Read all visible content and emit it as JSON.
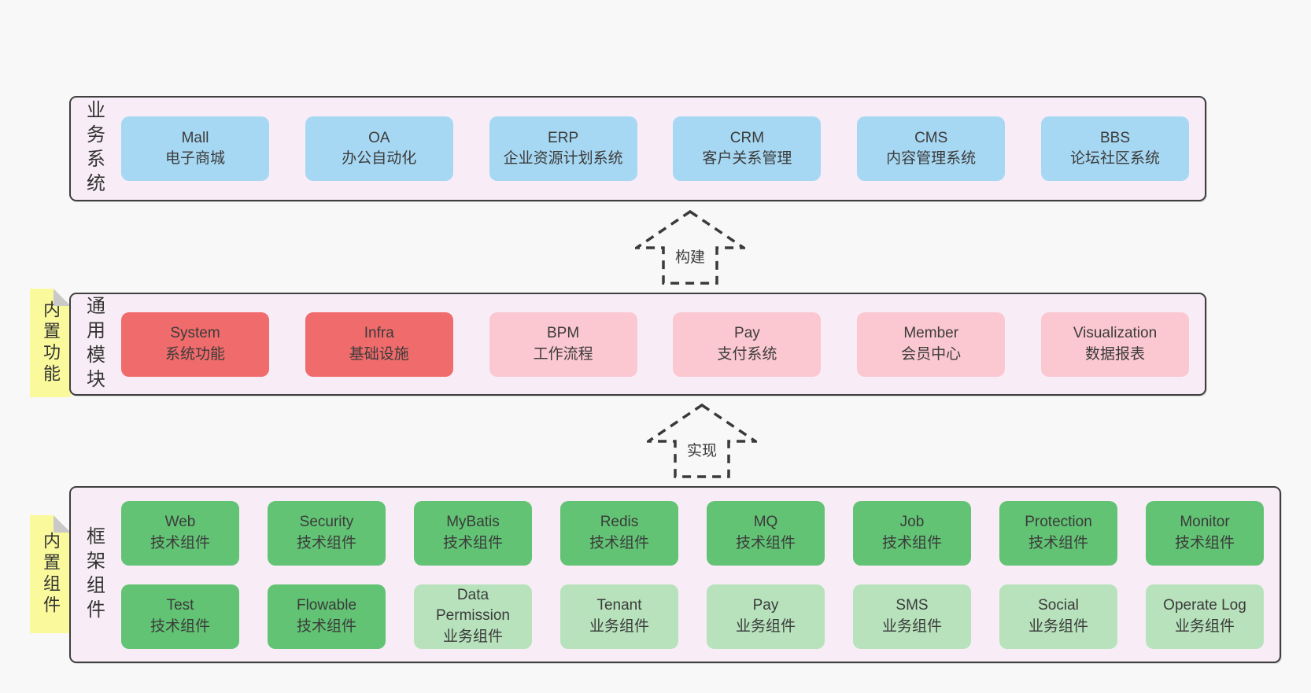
{
  "colors": {
    "page_bg": "#f8f8f8",
    "panel_bg": "#f8edf6",
    "panel_border": "#3f3f3f",
    "blue": "#a7d8f3",
    "red": "#f06b6b",
    "pink": "#fbc7d0",
    "green": "#62c374",
    "lightgreen": "#b7e2bc",
    "sticky_yellow": "#fafa9c",
    "sticky_fold": "#c9c9c9",
    "text": "#3b3b3b"
  },
  "arrows": {
    "build_label": "构建",
    "implement_label": "实现"
  },
  "panels": {
    "business": {
      "title": "业务系统",
      "boxes": [
        {
          "name": "Mall",
          "desc": "电子商城",
          "type": "blue"
        },
        {
          "name": "OA",
          "desc": "办公自动化",
          "type": "blue"
        },
        {
          "name": "ERP",
          "desc": "企业资源计划系统",
          "type": "blue"
        },
        {
          "name": "CRM",
          "desc": "客户关系管理",
          "type": "blue"
        },
        {
          "name": "CMS",
          "desc": "内容管理系统",
          "type": "blue"
        },
        {
          "name": "BBS",
          "desc": "论坛社区系统",
          "type": "blue"
        }
      ]
    },
    "modules": {
      "title": "通用模块",
      "sticky": "内置功能",
      "boxes": [
        {
          "name": "System",
          "desc": "系统功能",
          "type": "red"
        },
        {
          "name": "Infra",
          "desc": "基础设施",
          "type": "red"
        },
        {
          "name": "BPM",
          "desc": "工作流程",
          "type": "pink"
        },
        {
          "name": "Pay",
          "desc": "支付系统",
          "type": "pink"
        },
        {
          "name": "Member",
          "desc": "会员中心",
          "type": "pink"
        },
        {
          "name": "Visualization",
          "desc": "数据报表",
          "type": "pink"
        }
      ]
    },
    "framework": {
      "title": "框架组件",
      "sticky": "内置组件",
      "rows": [
        [
          {
            "name": "Web",
            "desc": "技术组件",
            "type": "green"
          },
          {
            "name": "Security",
            "desc": "技术组件",
            "type": "green"
          },
          {
            "name": "MyBatis",
            "desc": "技术组件",
            "type": "green"
          },
          {
            "name": "Redis",
            "desc": "技术组件",
            "type": "green"
          },
          {
            "name": "MQ",
            "desc": "技术组件",
            "type": "green"
          },
          {
            "name": "Job",
            "desc": "技术组件",
            "type": "green"
          },
          {
            "name": "Protection",
            "desc": "技术组件",
            "type": "green"
          },
          {
            "name": "Monitor",
            "desc": "技术组件",
            "type": "green"
          }
        ],
        [
          {
            "name": "Test",
            "desc": "技术组件",
            "type": "green"
          },
          {
            "name": "Flowable",
            "desc": "技术组件",
            "type": "green"
          },
          {
            "name": "Data Permission",
            "desc": "业务组件",
            "type": "lightgreen"
          },
          {
            "name": "Tenant",
            "desc": "业务组件",
            "type": "lightgreen"
          },
          {
            "name": "Pay",
            "desc": "业务组件",
            "type": "lightgreen"
          },
          {
            "name": "SMS",
            "desc": "业务组件",
            "type": "lightgreen"
          },
          {
            "name": "Social",
            "desc": "业务组件",
            "type": "lightgreen"
          },
          {
            "name": "Operate Log",
            "desc": "业务组件",
            "type": "lightgreen"
          }
        ]
      ]
    }
  }
}
